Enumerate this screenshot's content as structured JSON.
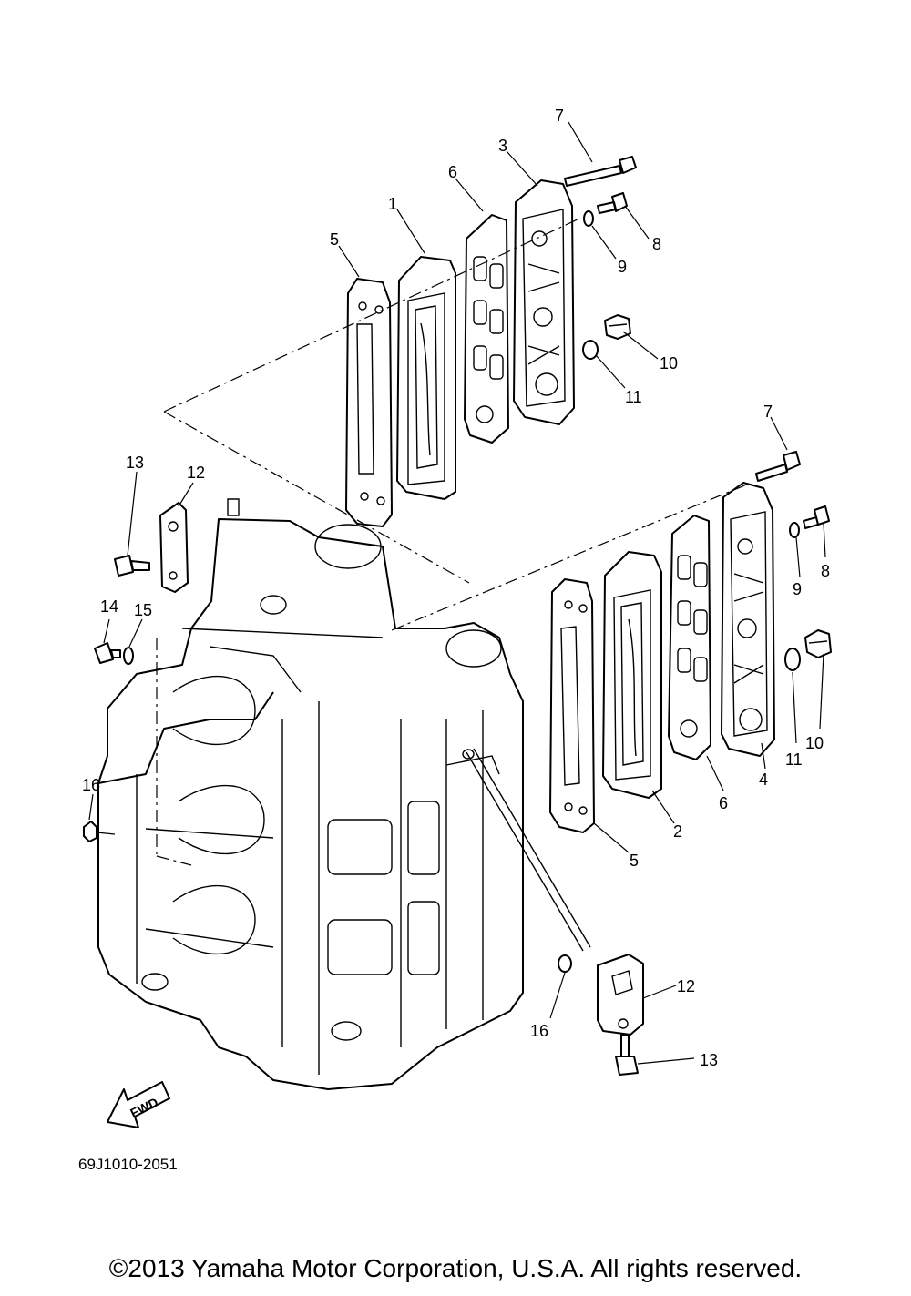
{
  "diagram": {
    "reference_code": "69J1010-2051",
    "fwd_label": "FWD",
    "copyright": "©2013 Yamaha Motor Corporation, U.S.A. All rights reserved.",
    "callouts": {
      "c1": "1",
      "c2": "2",
      "c3": "3",
      "c4": "4",
      "c5a": "5",
      "c5b": "5",
      "c6a": "6",
      "c6b": "6",
      "c7a": "7",
      "c7b": "7",
      "c8a": "8",
      "c8b": "8",
      "c9a": "9",
      "c9b": "9",
      "c10a": "10",
      "c10b": "10",
      "c11a": "11",
      "c11b": "11",
      "c12a": "12",
      "c12b": "12",
      "c13a": "13",
      "c13b": "13",
      "c14": "14",
      "c15": "15",
      "c16a": "16",
      "c16b": "16"
    }
  }
}
